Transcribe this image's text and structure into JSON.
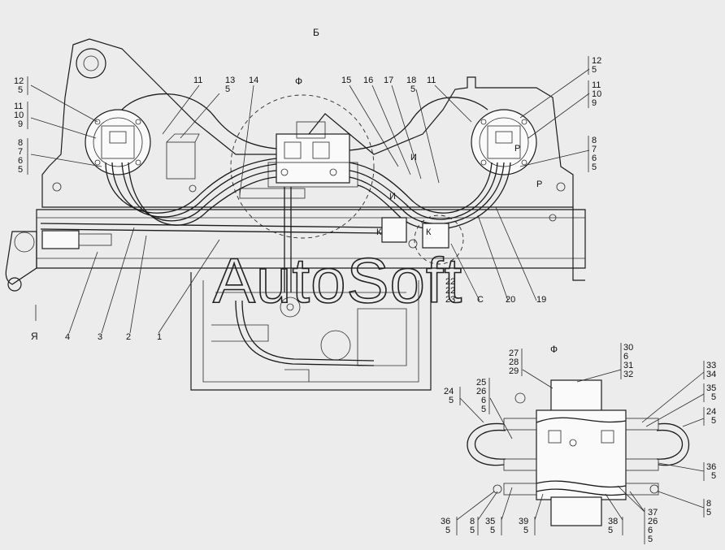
{
  "section_marks": {
    "b": "Б",
    "phi": "Ф",
    "ya": "Я",
    "i_left": "И",
    "i_right": "И"
  },
  "valve_letters": {
    "k1": "К",
    "k2": "К",
    "p1": "Р",
    "p2": "Р",
    "c": "С"
  },
  "watermark": "AutoSoft",
  "main_callouts": {
    "l1": "1",
    "l2": "2",
    "l3": "3",
    "l4": "4",
    "l11a": "11",
    "l13": "13",
    "l5a": "5",
    "l14": "14",
    "l15": "15",
    "l16": "16",
    "l17": "17",
    "l18": "18",
    "l5b": "5",
    "l11b": "11",
    "l19": "19",
    "l20": "20",
    "l22a": "22",
    "l22b": "22",
    "l23": "23"
  },
  "left_motor_stack": {
    "a": [
      "12",
      "5"
    ],
    "b": [
      "11",
      "10",
      "9"
    ],
    "c": [
      "8",
      "7",
      "6",
      "5"
    ]
  },
  "right_motor_stack": {
    "a": [
      "12",
      "5"
    ],
    "b": [
      "11",
      "10",
      "9"
    ],
    "c": [
      "8",
      "7",
      "6",
      "5"
    ]
  },
  "detail_callouts": {
    "s27": [
      "27",
      "28",
      "29"
    ],
    "s30": [
      "30",
      "6",
      "31",
      "32"
    ],
    "s25": [
      "25",
      "26",
      "6",
      "5"
    ],
    "s24a": [
      "24",
      "5"
    ],
    "s33": [
      "33",
      "34"
    ],
    "s35t": [
      "35",
      "5"
    ],
    "s24b": [
      "24",
      "5"
    ],
    "s36r": [
      "36",
      "5"
    ],
    "s8r": [
      "8",
      "5"
    ],
    "s36b": [
      "36",
      "5"
    ],
    "s8b": [
      "8",
      "5"
    ],
    "s35b": [
      "35",
      "5"
    ],
    "s39": [
      "39",
      "5"
    ],
    "s38": [
      "38",
      "5"
    ],
    "s37": [
      "37",
      "26",
      "6",
      "5"
    ]
  }
}
